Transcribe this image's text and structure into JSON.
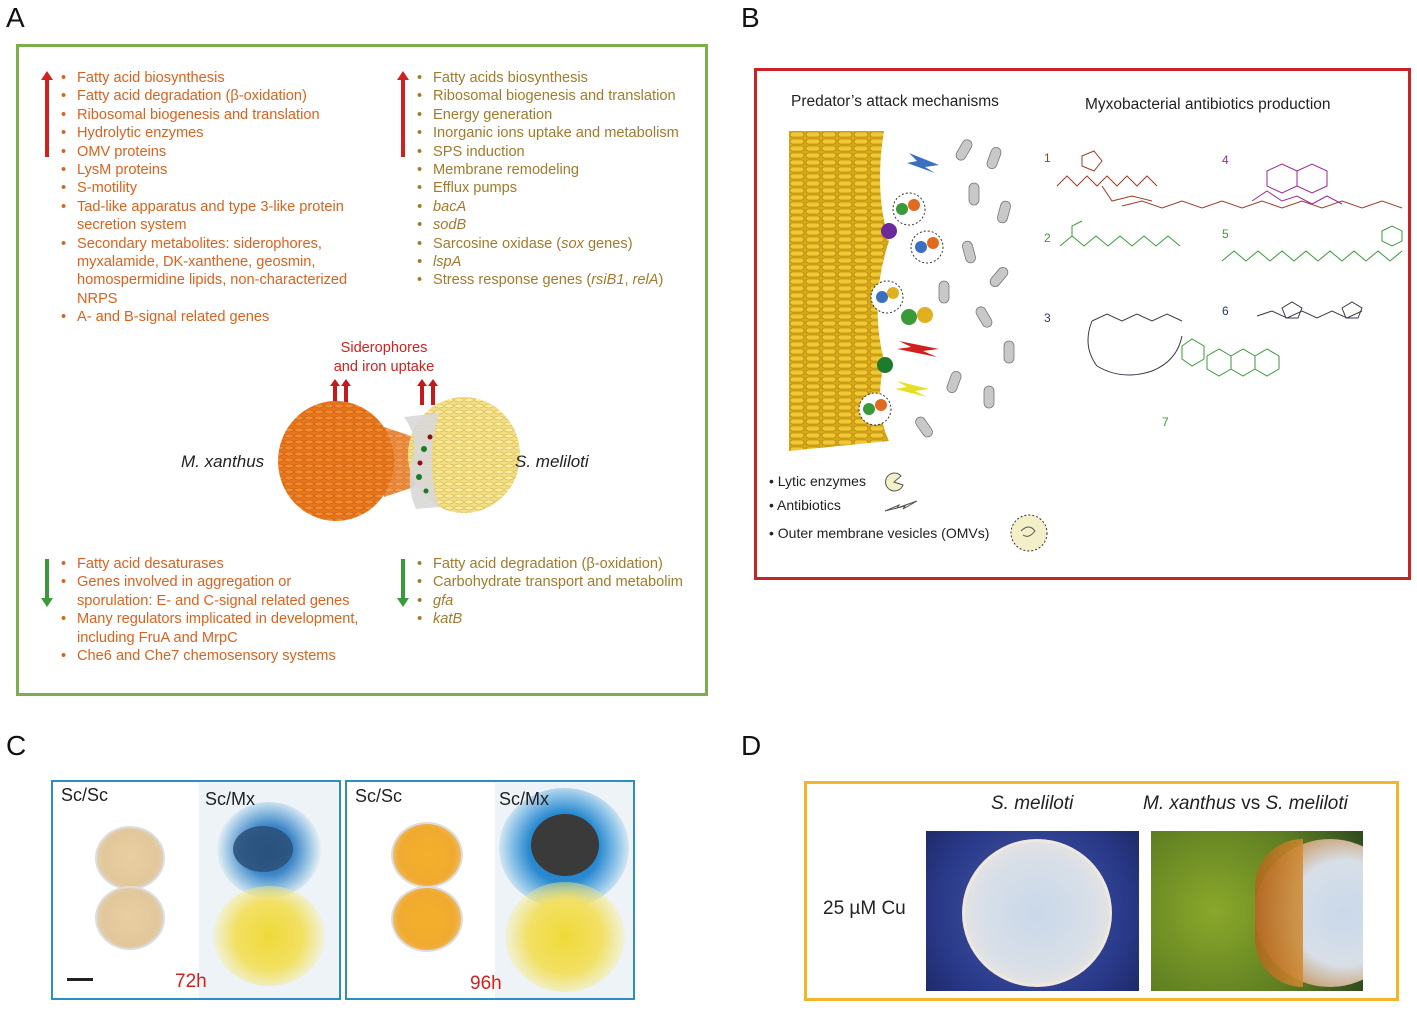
{
  "panel_labels": {
    "a": "A",
    "b": "B",
    "c": "C",
    "d": "D"
  },
  "panelA": {
    "mx_up": [
      "Fatty acid biosynthesis",
      "Fatty acid degradation (β-oxidation)",
      "Ribosomal biogenesis and translation",
      "Hydrolytic enzymes",
      "OMV proteins",
      "LysM proteins",
      "S-motility",
      "Tad-like apparatus and type 3-like protein secretion system",
      "Secondary metabolites: siderophores, myxalamide, DK-xanthene, geosmin, homospermidine lipids, non-characterized NRPS",
      "A- and B-signal related genes"
    ],
    "sm_up": {
      "l1": "Fatty acids biosynthesis",
      "l2": "Ribosomal biogenesis and translation",
      "l3": "Energy generation",
      "l4": "Inorganic ions uptake and metabolism",
      "l5": "SPS induction",
      "l6": "Membrane remodeling",
      "l7": "Efflux pumps",
      "l8": "bacA",
      "l9": "sodB",
      "l10_a": "Sarcosine oxidase (",
      "l10_b": "sox",
      "l10_c": " genes)",
      "l11": "lspA",
      "l12_a": "Stress response genes (",
      "l12_b": "rsiB1",
      "l12_c": ", ",
      "l12_d": "relA",
      "l12_e": ")"
    },
    "center_title": "Siderophores\nand iron uptake",
    "species_left": "M. xanthus",
    "species_right": "S. meliloti",
    "mx_down": [
      "Fatty acid desaturases",
      "Genes involved in aggregation or sporulation: E- and C-signal related genes",
      "Many regulators implicated in development, including FruA and MrpC",
      "Che6 and Che7 chemosensory systems"
    ],
    "sm_down": {
      "l1": "Fatty acid degradation (β-oxidation)",
      "l2": "Carbohydrate transport and metabolim",
      "l3": "gfa",
      "l4": "katB"
    }
  },
  "panelB": {
    "heading_left": "Predator’s attack mechanisms",
    "heading_right": "Myxobacterial antibiotics production",
    "compound_numbers": [
      "1",
      "2",
      "3",
      "4",
      "5",
      "6",
      "7"
    ],
    "legend": [
      "• Lytic enzymes",
      "• Antibiotics",
      "• Outer membrane vesicles (OMVs)"
    ]
  },
  "panelC": {
    "plate1_left": "Sc/Sc",
    "plate1_right": "Sc/Mx",
    "time1": "72h",
    "plate2_left": "Sc/Sc",
    "plate2_right": "Sc/Mx",
    "time2": "96h"
  },
  "panelD": {
    "head_left": "S. meliloti",
    "head_right_a": "M. xanthus",
    "head_right_b": " vs ",
    "head_right_c": "S. meliloti",
    "row_label": "25 µM Cu"
  },
  "colors": {
    "panelA_border": "#7cae4b",
    "panelB_border": "#c62426",
    "panelC_border": "#2e8dc4",
    "panelD_border": "#f3b52b",
    "up_arrow": "#d0201f",
    "down_arrow": "#3a9a3a"
  }
}
